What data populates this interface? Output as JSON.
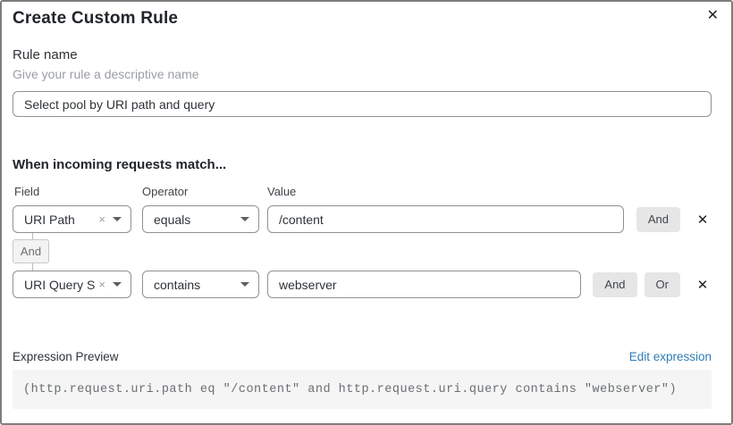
{
  "dialog": {
    "title": "Create Custom Rule",
    "close_icon": "✕"
  },
  "rule_name": {
    "label": "Rule name",
    "helper": "Give your rule a descriptive name",
    "value": "Select pool by URI path and query"
  },
  "match_section": {
    "heading": "When incoming requests match...",
    "columns": {
      "field": "Field",
      "operator": "Operator",
      "value": "Value"
    },
    "connector_label": "And",
    "clear_icon": "×",
    "delete_icon": "✕",
    "rows": [
      {
        "field": "URI Path",
        "operator": "equals",
        "value": "/content",
        "buttons": [
          "And"
        ]
      },
      {
        "field": "URI Query St...",
        "operator": "contains",
        "value": "webserver",
        "buttons": [
          "And",
          "Or"
        ]
      }
    ]
  },
  "expression": {
    "label": "Expression Preview",
    "edit_link": "Edit expression",
    "code": "(http.request.uri.path eq \"/content\" and http.request.uri.query contains \"webserver\")"
  },
  "colors": {
    "link_blue": "#2f7cb6",
    "input_border": "#8d9196",
    "button_gray": "#e6e6e6",
    "code_background": "#f5f5f5",
    "modal_border": "#7d7d7d"
  }
}
